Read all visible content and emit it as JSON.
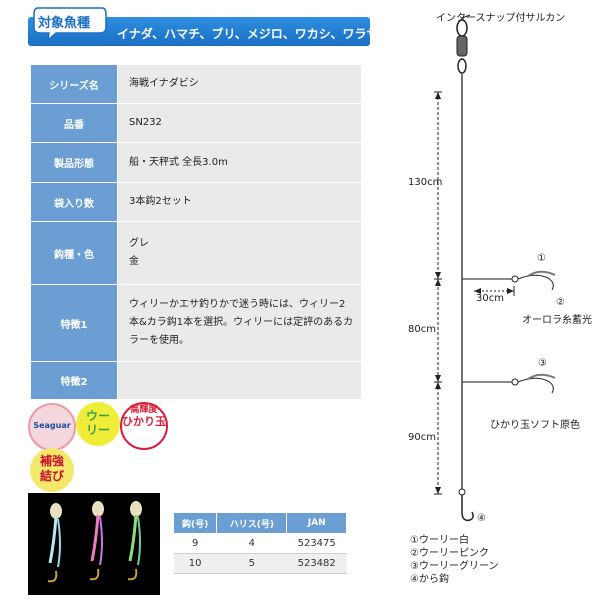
{
  "header": {
    "label": "対象魚種",
    "fish": "イナダ、ハマチ、ブリ、メジロ、ワカシ、ワラサ"
  },
  "spec_rows": [
    {
      "key": "シリーズ名",
      "value": "海戦イナダビシ"
    },
    {
      "key": "品番",
      "value": "SN232"
    },
    {
      "key": "製品形態",
      "value": "船・天秤式 全長3.0m"
    },
    {
      "key": "袋入り数",
      "value": "3本鈎2セット"
    },
    {
      "key": "鈎種・色",
      "value": "グレ\n金"
    },
    {
      "key": "特徴1",
      "value": "ウィリーかエサ釣りかで迷う時には、ウィリー2本&カラ鈎1本を選択。ウィリーには定評のあるカラーを使用。"
    },
    {
      "key": "特徴2",
      "value": ""
    }
  ],
  "badges": {
    "seaguar": "Seaguar",
    "uuri": "ウーリー",
    "hikari_top": "高輝度",
    "hikari_main": "ひかり玉",
    "hokyo": "補強結び"
  },
  "size_table": {
    "headers": [
      "鈎(号)",
      "ハリス(号)",
      "JAN"
    ],
    "rows": [
      [
        "9",
        "4",
        "523475"
      ],
      [
        "10",
        "5",
        "523482"
      ]
    ]
  },
  "diagram": {
    "swivel_label": "インタースナップ付サルカン",
    "len_top": "130cm",
    "len_mid": "80cm",
    "len_bot": "90cm",
    "branch_len": "30cm",
    "mark1": "①",
    "mark2": "②",
    "mark3": "③",
    "mark4": "④",
    "label2": "オーロラ糸蓄光",
    "label_bead": "ひかり玉ソフト原色",
    "legend": [
      "①ウーリー白",
      "②ウーリーピンク",
      "③ウーリーグリーン",
      "④から鈎"
    ]
  }
}
